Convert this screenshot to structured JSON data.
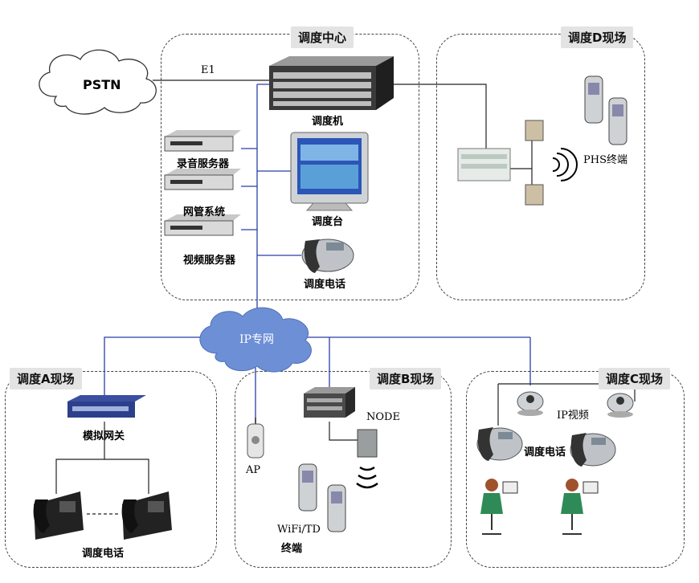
{
  "zones": {
    "center": "调度中心",
    "site_d": "调度D现场",
    "site_a": "调度A现场",
    "site_b": "调度B现场",
    "site_c": "调度C现场"
  },
  "labels": {
    "pstn": "PSTN",
    "e1": "E1",
    "switch": "调度机",
    "recording_server": "录音服务器",
    "nms": "网管系统",
    "video_server": "视频服务器",
    "console": "调度台",
    "center_phone": "调度电话",
    "ip_network": "IP专网",
    "phs_terminal": "PHS终端",
    "analog_gateway": "模拟网关",
    "site_a_phone": "调度电话",
    "ap": "AP",
    "node": "NODE",
    "wifi_terminal_line1": "WiFi/TD",
    "wifi_terminal_line2": "终端",
    "ip_video": "IP视频",
    "site_c_phone": "调度电话"
  },
  "colors": {
    "cloud_blue": "#6d8fd6",
    "link_blue": "#2b3fa8",
    "link_black": "#222222",
    "tag_bg": "#e3e3e3"
  }
}
